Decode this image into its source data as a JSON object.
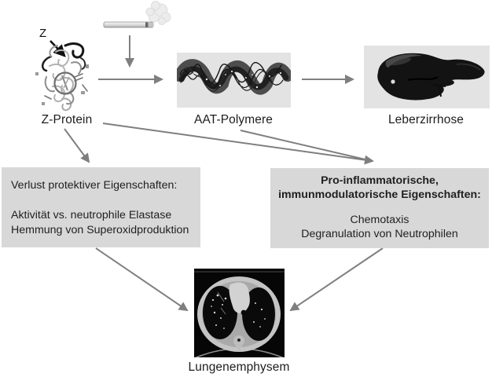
{
  "nodes": {
    "z_protein": {
      "label": "Z-Protein",
      "annotation": "Z"
    },
    "aat_polymere": {
      "label": "AAT-Polymere"
    },
    "leberzirrhose": {
      "label": "Leberzirrhose"
    },
    "lungenemphysem": {
      "label": "Lungenemphysem"
    }
  },
  "boxes": {
    "verlust": {
      "heading": "Verlust protektiver Eigenschaften:",
      "lines": [
        "Aktivität vs. neutrophile Elastase",
        "Hemmung von Superoxidproduktion"
      ]
    },
    "pro_inflammatorisch": {
      "heading_lines": [
        "Pro-inflammatorische,",
        "immunmodulatorische Eigenschaften:"
      ],
      "lines": [
        "Chemotaxis",
        "Degranulation von Neutrophilen"
      ]
    }
  },
  "icons": {
    "top": "cigarette-smoke-icon",
    "left": "protein-ribbon-icon",
    "middle": "polymer-chain-icon",
    "right": "liver-icon",
    "bottom": "chest-ct-icon"
  },
  "colors": {
    "background": "#ffffff",
    "box_bg": "#d8d8d8",
    "panel_bg": "#e3e3e3",
    "arrow": "#7f7f7f",
    "annotation_arrow": "#111111",
    "text": "#1f1f1f"
  }
}
